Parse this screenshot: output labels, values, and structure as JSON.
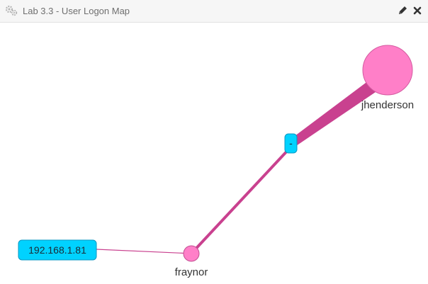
{
  "header": {
    "title": "Lab 3.3 - User Logon Map",
    "settings_icon": "gears-icon",
    "edit_icon": "pencil-icon",
    "close_icon": "close-icon"
  },
  "graph": {
    "nodes": [
      {
        "id": "jhenderson",
        "label": "jhenderson",
        "kind": "user",
        "color": "#ff7fc8"
      },
      {
        "id": "fraynor",
        "label": "fraynor",
        "kind": "user",
        "color": "#ff7fc8"
      },
      {
        "id": "dash",
        "label": "-",
        "kind": "source",
        "color": "#00d2ff"
      },
      {
        "id": "ip",
        "label": "192.168.1.81",
        "kind": "source",
        "color": "#00d2ff"
      }
    ],
    "edges": [
      {
        "from": "dash",
        "to": "jhenderson",
        "weight": "heavy"
      },
      {
        "from": "dash",
        "to": "fraynor",
        "weight": "medium"
      },
      {
        "from": "ip",
        "to": "fraynor",
        "weight": "light"
      }
    ],
    "edge_color": "#c9418f"
  }
}
